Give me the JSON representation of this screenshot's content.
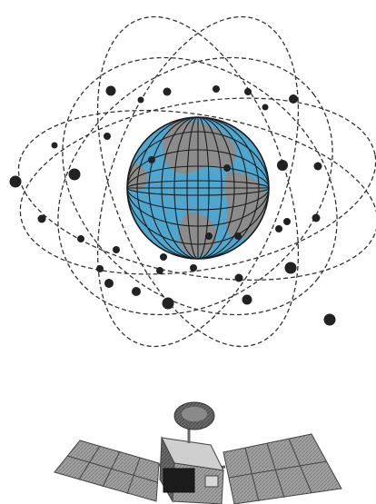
{
  "diagram": {
    "subject": "satellite-constellation",
    "globe": {
      "ocean_color": "#4fa7cf",
      "land_color": "#8c8c8c",
      "grid_color": "#1b1b1b"
    },
    "orbits": {
      "count": 6,
      "line_style": "dashed",
      "line_color": "#333333"
    },
    "satellites": {
      "marker_color": "#222222",
      "count": 34
    },
    "spacecraft": {
      "panel_color": "#9a9a9a",
      "body_color": "#b9b9b9",
      "dish_color": "#7a7a7a"
    }
  }
}
